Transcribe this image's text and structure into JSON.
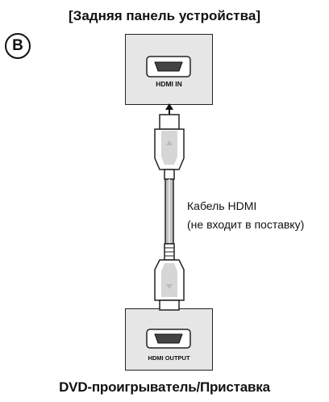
{
  "header": {
    "title": "[Задняя панель устройства]"
  },
  "badge": {
    "letter": "B"
  },
  "device_panel": {
    "port_label": "HDMI IN"
  },
  "source_panel": {
    "port_label": "HDMI OUTPUT"
  },
  "cable": {
    "line1": "Кабель HDMI",
    "line2": "(не входит в поставку)"
  },
  "footer": {
    "title": "DVD-проигрыватель/Приставка"
  }
}
